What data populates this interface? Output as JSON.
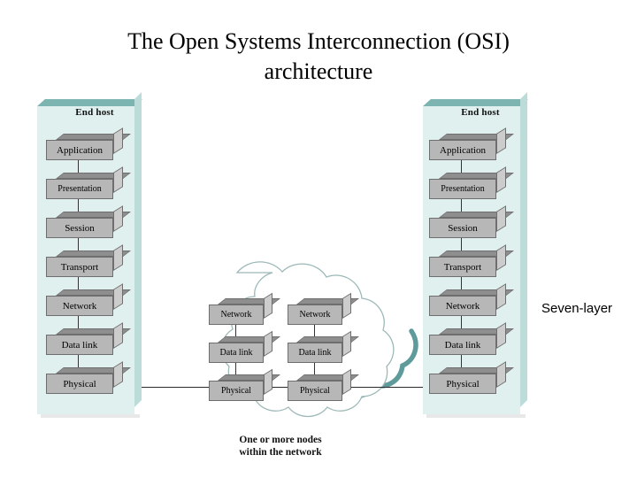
{
  "slide": {
    "title": "The Open Systems Interconnection (OSI) architecture",
    "title_line1": "The Open Systems Interconnection (OSI)",
    "title_line2": "architecture",
    "background": "#ffffff"
  },
  "annotation": {
    "seven_layer_label": "Seven-layer"
  },
  "hosts": {
    "left": {
      "label": "End host",
      "layers": [
        {
          "name": "Application"
        },
        {
          "name": "Presentation"
        },
        {
          "name": "Session"
        },
        {
          "name": "Transport"
        },
        {
          "name": "Network"
        },
        {
          "name": "Data link"
        },
        {
          "name": "Physical"
        }
      ]
    },
    "right": {
      "label": "End host",
      "layers": [
        {
          "name": "Application"
        },
        {
          "name": "Presentation"
        },
        {
          "name": "Session"
        },
        {
          "name": "Transport"
        },
        {
          "name": "Network"
        },
        {
          "name": "Data link"
        },
        {
          "name": "Physical"
        }
      ]
    }
  },
  "cloud": {
    "caption_line1": "One or more nodes",
    "caption_line2": "within the network",
    "caption": "One or more nodes within the network",
    "nodes": [
      {
        "layers": [
          {
            "name": "Network"
          },
          {
            "name": "Data link"
          },
          {
            "name": "Physical"
          }
        ]
      },
      {
        "layers": [
          {
            "name": "Network"
          },
          {
            "name": "Data link"
          },
          {
            "name": "Physical"
          }
        ]
      }
    ]
  },
  "colors": {
    "panel_front": "#dff0ee",
    "panel_top": "#7cb4b1",
    "panel_side": "#bcdcda",
    "box_front": "#b7b7b7",
    "box_top": "#8e8e8e",
    "box_side": "#cccccc",
    "box_outline": "#6e6e6e",
    "cloud_outline_light": "#9db8b8",
    "cloud_outline_heavy": "#5f9b9b",
    "link_line": "#2a2a2a",
    "text": "#000000"
  }
}
